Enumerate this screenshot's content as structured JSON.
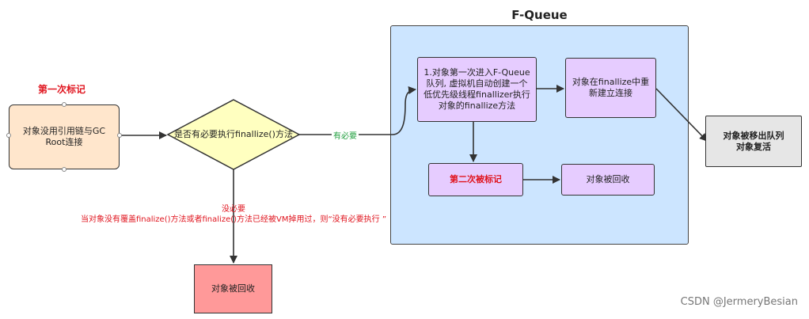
{
  "diagram": {
    "queue_title": "F-Queue",
    "first_mark_label": "第一次标记",
    "nodes": {
      "start": "对象没用引用链与GC Root连接",
      "decision": "是否有必要执行finallize()方法",
      "first_into_queue": "1.对象第一次进入F-Queue队列, 虚拟机自动创建一个低优先级线程finallizer执行对象的finallize方法",
      "rebind": "对象在finallize中重新建立连接",
      "second_mark": "第二次被标记",
      "recycled_in_queue": "对象被回收",
      "escape": "对象被移出队列\n对象复活",
      "recycled_direct": "对象被回收"
    },
    "edges": {
      "yes_label": "有必要",
      "no_label_title": "没必要",
      "no_label_detail": "当对象没有覆盖finalize()方法或者finalize()方法已经被VM掉用过，则“没有必要执行 ”"
    },
    "colors": {
      "start_fill": "#ffe6cc",
      "decision_fill": "#ffffc0",
      "queue_fill": "#cce5ff",
      "process_fill": "#e6ccff",
      "escape_fill": "#e6e6e6",
      "recycled_fill": "#ff9999",
      "accent_red": "#e0141e",
      "yes_green": "#1e9e3c"
    }
  },
  "watermark": "CSDN @JermeryBesian"
}
